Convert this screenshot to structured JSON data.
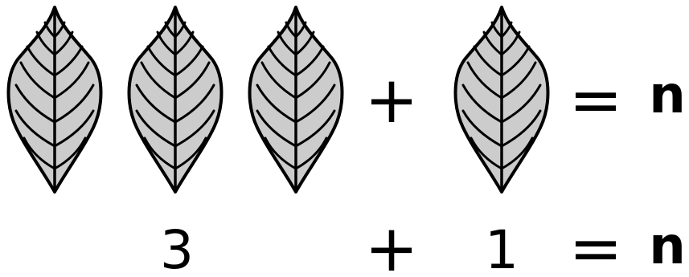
{
  "equation_pictures": {
    "leaf_group_left_count": 3,
    "leaf_group_right_count": 1,
    "plus": "+",
    "equals": "=",
    "variable": "n"
  },
  "equation_numbers": {
    "left_number": "3",
    "plus": "+",
    "right_number": "1",
    "equals": "=",
    "variable": "n"
  },
  "colors": {
    "leaf_fill": "#cccccc",
    "stroke": "#000000"
  },
  "icon": "leaf-icon"
}
